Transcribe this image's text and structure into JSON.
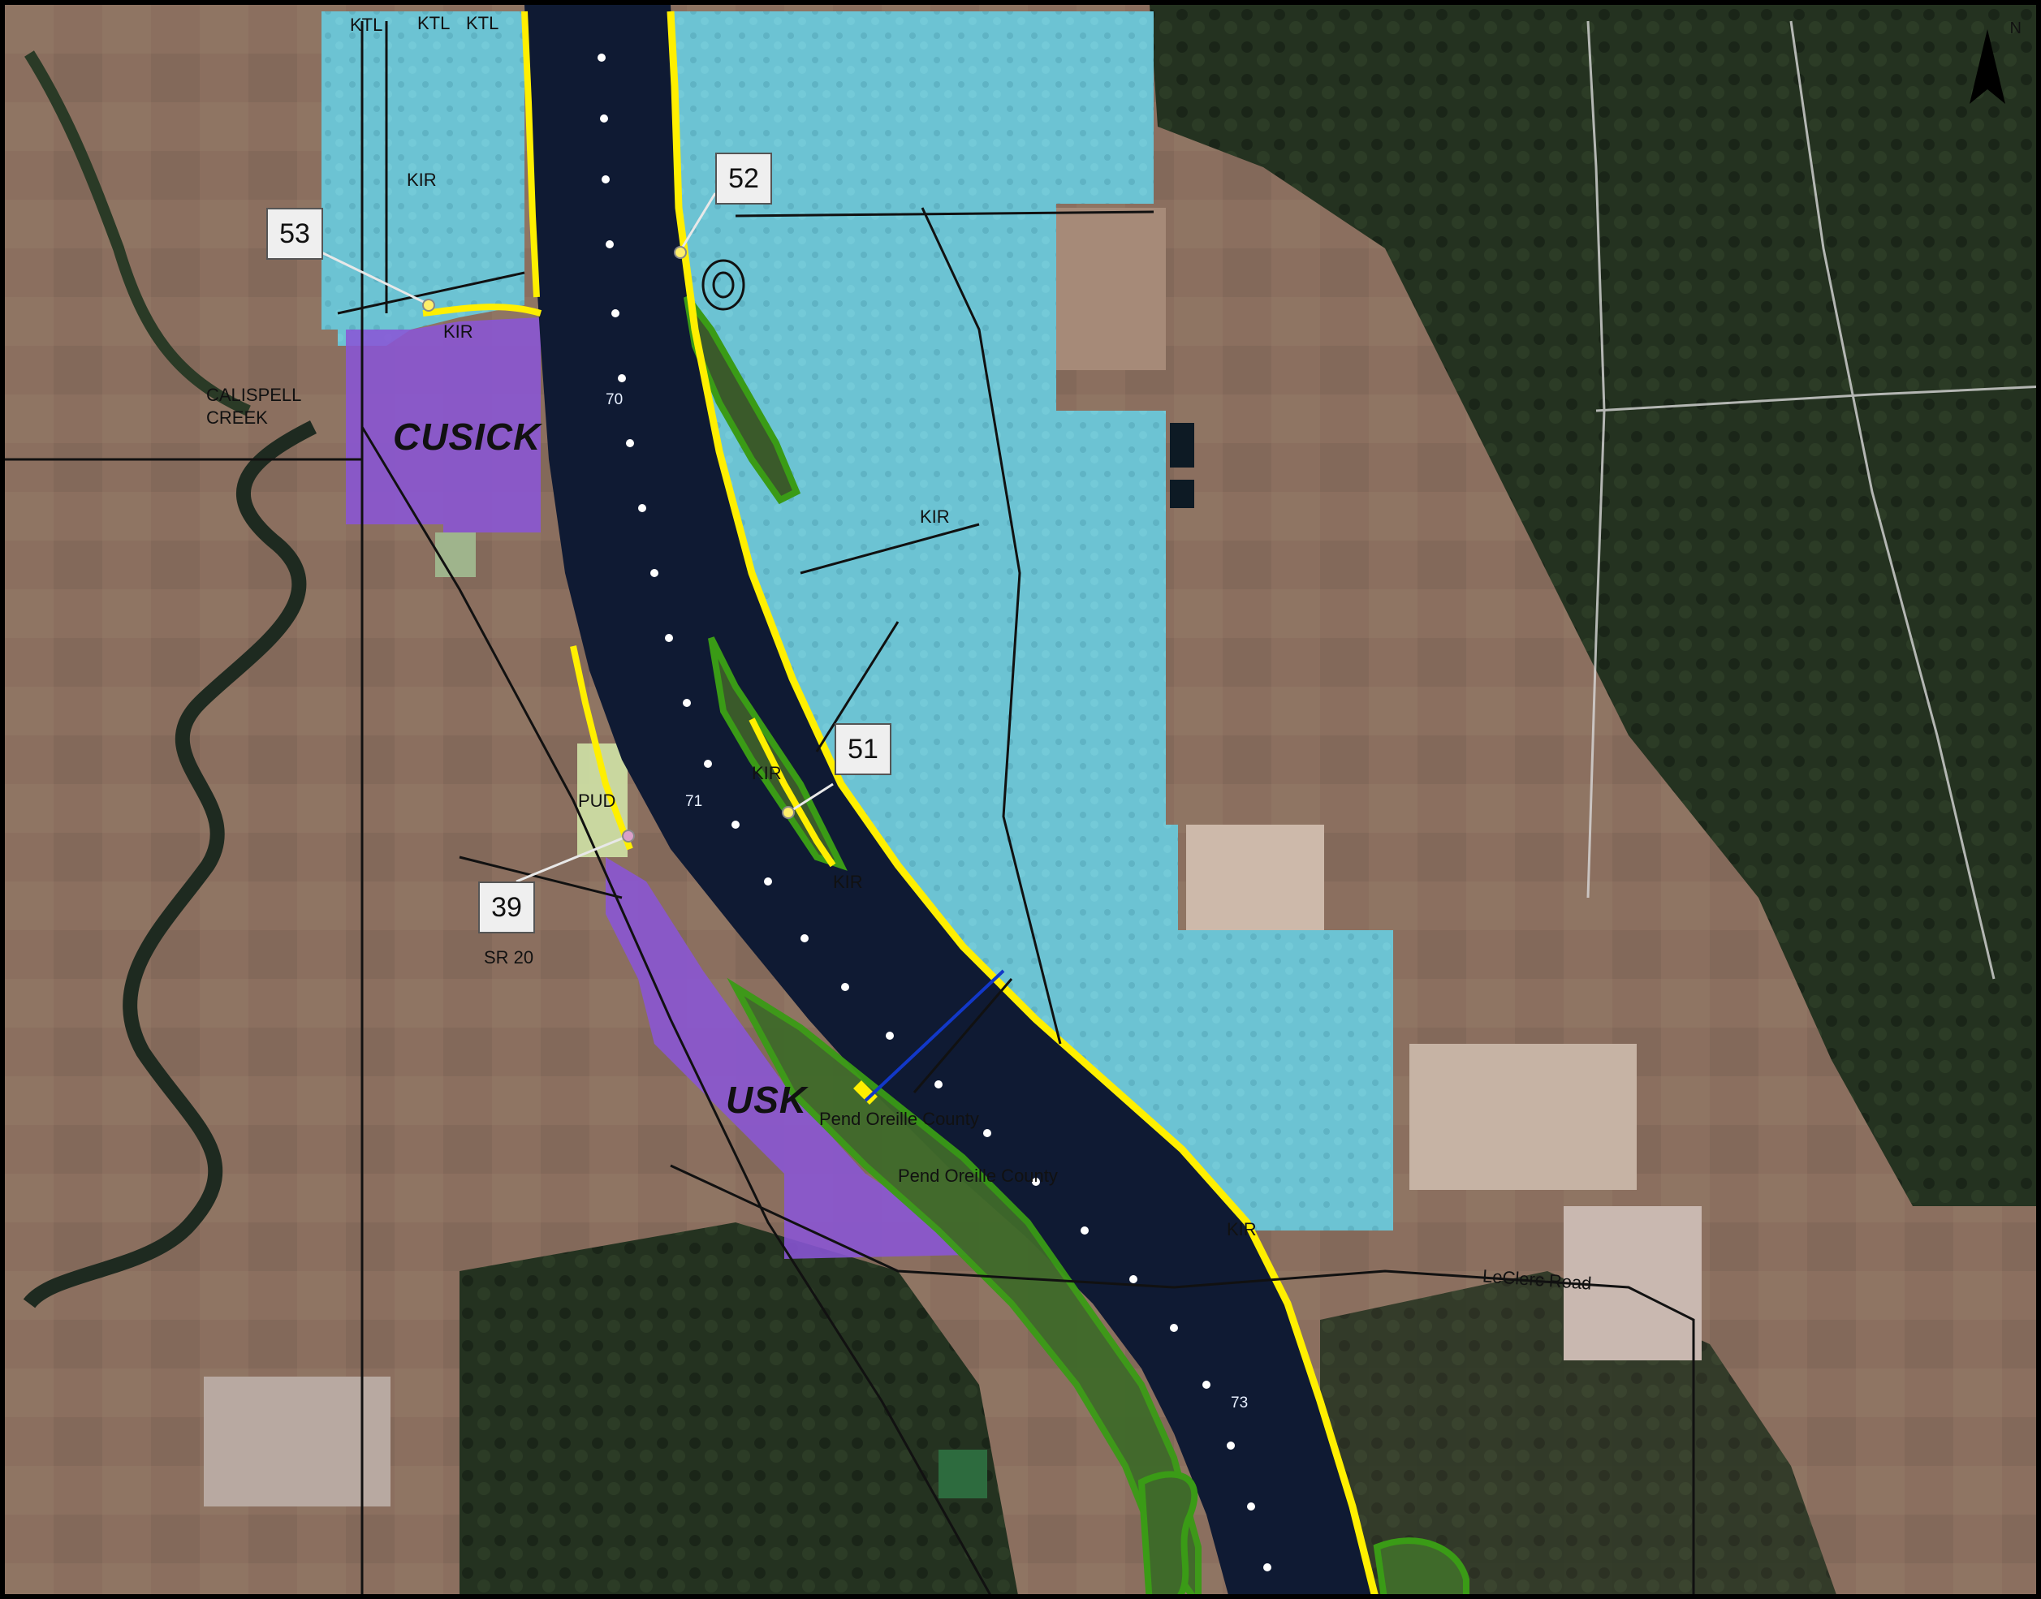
{
  "map": {
    "colors": {
      "water": "#0f1a33",
      "kir_zone": "#6fc6d6",
      "city_zone": "#8a55d6",
      "pud_zone": "#cfe2a6",
      "shoreline_yellow": "#ffef00",
      "shoreline_green": "#3a9b16",
      "land": "#8c7362",
      "forest": "#22301e"
    },
    "towns": [
      {
        "name": "CUSICK"
      },
      {
        "name": "USK"
      }
    ],
    "labels": {
      "ktl": [
        "KTL",
        "KTL",
        "KTL"
      ],
      "kir_top": "KIR",
      "kir_cusick": "KIR",
      "kir_mid": "KIR",
      "kir_51": "KIR",
      "kir_lower": "KIR",
      "kir_bottom": "KIR",
      "calispell_1": "CALISPELL",
      "calispell_2": "CREEK",
      "pud": "PUD",
      "sr20": "SR 20",
      "county_1": "Pend Oreille County",
      "county_2": "Pend Oreille County",
      "leclerc": "LeClerc Road",
      "river_mile_70": "70",
      "river_mile_71": "71",
      "river_mile_73": "73"
    },
    "callouts": [
      {
        "id": "53",
        "label": "53"
      },
      {
        "id": "52",
        "label": "52"
      },
      {
        "id": "51",
        "label": "51"
      },
      {
        "id": "39",
        "label": "39"
      }
    ],
    "north_arrow": {
      "label": "N",
      "icon": "north-arrow-icon"
    }
  }
}
